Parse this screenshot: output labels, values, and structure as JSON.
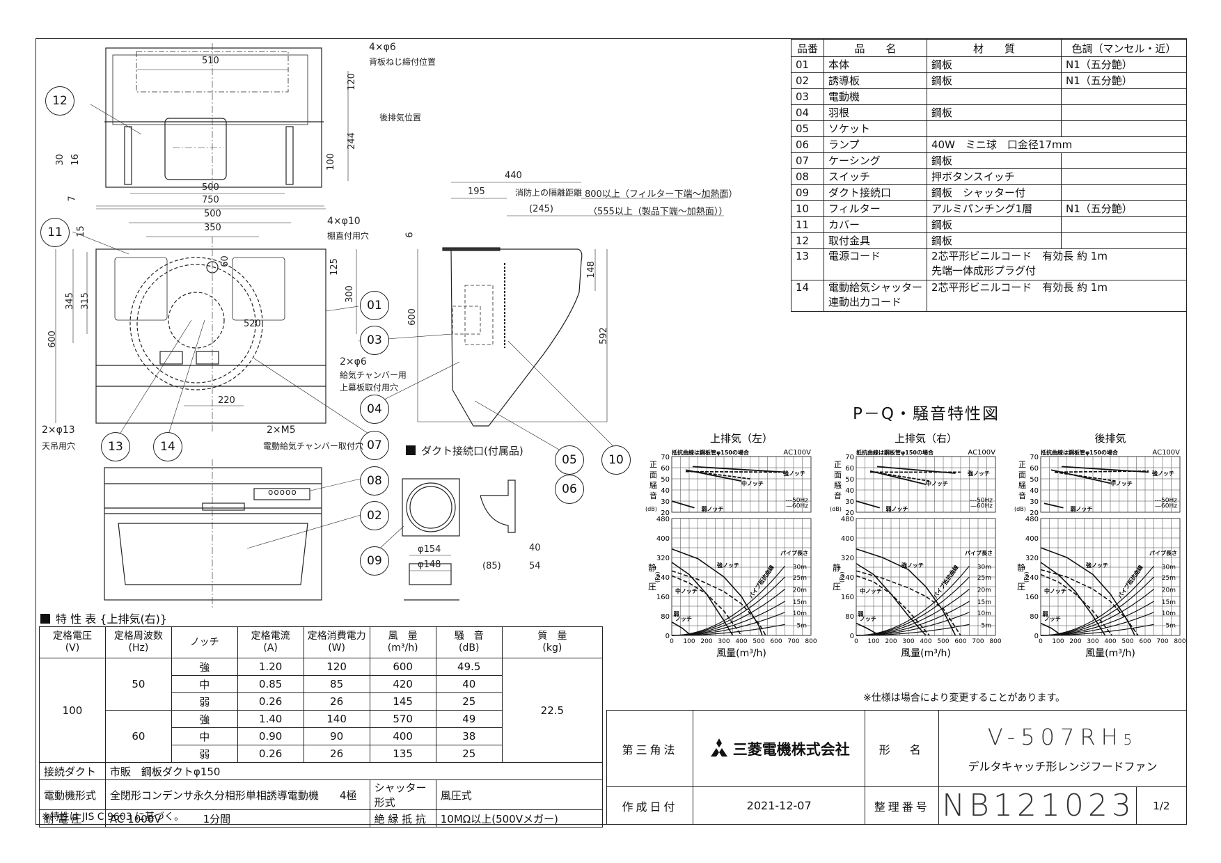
{
  "parts_table": {
    "headers": [
      "品番",
      "品　　名",
      "材　　質",
      "色調（マンセル・近）"
    ],
    "rows": [
      {
        "no": "01",
        "name": "本体",
        "material": "鋼板",
        "color": "N1（五分艶）"
      },
      {
        "no": "02",
        "name": "誘導板",
        "material": "鋼板",
        "color": "N1（五分艶）"
      },
      {
        "no": "03",
        "name": "電動機",
        "material": "",
        "color": ""
      },
      {
        "no": "04",
        "name": "羽根",
        "material": "鋼板",
        "color": ""
      },
      {
        "no": "05",
        "name": "ソケット",
        "material": "",
        "color": ""
      },
      {
        "no": "06",
        "name": "ランプ",
        "material": "40W　ミニ球　口金径17mm",
        "color": ""
      },
      {
        "no": "07",
        "name": "ケーシング",
        "material": "鋼板",
        "color": ""
      },
      {
        "no": "08",
        "name": "スイッチ",
        "material": "押ボタンスイッチ",
        "color": ""
      },
      {
        "no": "09",
        "name": "ダクト接続口",
        "material": "鋼板　シャッター付",
        "color": ""
      },
      {
        "no": "10",
        "name": "フィルター",
        "material": "アルミパンチング1層",
        "color": "N1（五分艶）"
      },
      {
        "no": "11",
        "name": "カバー",
        "material": "鋼板",
        "color": ""
      },
      {
        "no": "12",
        "name": "取付金具",
        "material": "鋼板",
        "color": ""
      },
      {
        "no": "13",
        "name": "電源コード",
        "material": "2芯平形ビニルコード　有効長 約 1m",
        "material2": "先端一体成形プラグ付",
        "color": ""
      },
      {
        "no": "14",
        "name": "電動給気シャッター",
        "name2": "連動出力コード",
        "material": "2芯平形ビニルコード　有効長 約 1m",
        "color": ""
      }
    ]
  },
  "spec_table": {
    "title": "特 性 表 {上排気(右)}",
    "headers": [
      "定格電圧\n(V)",
      "定格周波数\n(Hz)",
      "ノッチ",
      "定格電流\n(A)",
      "定格消費電力\n(W)",
      "風　量\n(m³/h)",
      "騒　音\n(dB)",
      "質　量\n(kg)"
    ],
    "voltage": "100",
    "weight": "22.5",
    "groups": [
      {
        "freq": "50",
        "rows": [
          {
            "notch": "強",
            "current": "1.20",
            "power": "120",
            "airflow": "600",
            "noise": "49.5"
          },
          {
            "notch": "中",
            "current": "0.85",
            "power": "85",
            "airflow": "420",
            "noise": "40"
          },
          {
            "notch": "弱",
            "current": "0.26",
            "power": "26",
            "airflow": "145",
            "noise": "25"
          }
        ]
      },
      {
        "freq": "60",
        "rows": [
          {
            "notch": "強",
            "current": "1.40",
            "power": "140",
            "airflow": "570",
            "noise": "49"
          },
          {
            "notch": "中",
            "current": "0.90",
            "power": "90",
            "airflow": "400",
            "noise": "38"
          },
          {
            "notch": "弱",
            "current": "0.26",
            "power": "26",
            "airflow": "135",
            "noise": "25"
          }
        ]
      }
    ],
    "duct_label": "接続ダクト",
    "duct_value": "市販　鋼板ダクトφ150",
    "motor_label": "電動機形式",
    "motor_value": "全閉形コンデンサ永久分相形単相誘導電動機　　4極",
    "shutter_label": "シャッター形式",
    "shutter_value": "風圧式",
    "withstand_label": "耐 電 圧",
    "withstand_value": "AC 1000V　　　　1分間",
    "insulation_label": "絶 縁 抵 抗",
    "insulation_value": "10MΩ以上(500Vメガー)",
    "note": "※特性は JIS C 9603 に基づく。"
  },
  "title_block": {
    "disclaimer": "※仕様は場合により変更することがあります。",
    "projection": "第三角法",
    "company": "三菱電機株式会社",
    "model_label": "形　名",
    "model": "V-507RH",
    "model_suffix": "5",
    "product_name": "デルタキャッチ形レンジフードファン",
    "date_label": "作成日付",
    "date": "2021-12-07",
    "ref_label": "整理番号",
    "ref_no": "NB121023",
    "page": "1/2"
  },
  "drawing": {
    "balloons": [
      "01",
      "02",
      "03",
      "04",
      "05",
      "06",
      "07",
      "08",
      "09",
      "10",
      "11",
      "12",
      "13",
      "14"
    ],
    "dims_top": {
      "w510": "510",
      "h120": "120",
      "h244": "244",
      "h100": "100",
      "w500": "500",
      "w750": "750",
      "d30": "30",
      "d16": "16",
      "d7": "7"
    },
    "notes_top": {
      "screw": "4×φ6",
      "screw_desc": "背板ねじ締付位置",
      "rear_exhaust": "後排気位置"
    },
    "dims_plan": {
      "w750": "750",
      "w500": "500",
      "w350": "350",
      "d15": "15",
      "d60": "60",
      "d125": "125",
      "d300": "300",
      "d345": "345",
      "d315": "315",
      "d600": "600",
      "d520": "520",
      "d220": "220"
    },
    "notes_plan": {
      "hole10": "4×φ10",
      "hole10_desc": "棚直付用穴",
      "hole6": "2×φ6",
      "hole6_desc1": "給気チャンバー用",
      "hole6_desc2": "上幕板取付用穴",
      "hole13": "2×φ13",
      "hole13_desc": "天吊用穴",
      "m5": "2×M5",
      "m5_desc": "電動給気チャンバー取付穴"
    },
    "dims_side": {
      "d440": "440",
      "d195": "195",
      "d245": "(245)",
      "d6": "6",
      "d600": "600",
      "d148": "148",
      "d592": "592"
    },
    "notes_side": {
      "fire": "消防上の隔離距離",
      "fire_a": "800以上（フィルター下端～加熱面）",
      "fire_b": "（555以上（製品下端～加熱面））"
    },
    "duct_title": "ダクト接続口(付属品)",
    "duct_dims": {
      "d154": "φ154",
      "d148": "φ148",
      "d85": "(85)",
      "d40": "40",
      "d54": "54"
    },
    "switch_buttons": "ooooo"
  },
  "pq_title": "P－Q・騒音特性図",
  "chart_data": [
    {
      "type": "line",
      "title": "上排気（左）",
      "note": "抵抗曲線は鋼板管φ150の場合",
      "supply": "AC100V",
      "noise_plot": {
        "ylabel": "正面騒音(dB)",
        "yticks": [
          20,
          30,
          40,
          50,
          60,
          70
        ],
        "ylim": [
          20,
          70
        ],
        "legend": [
          "---50Hz",
          "—60Hz"
        ],
        "series": [
          {
            "name": "強ノッチ 60Hz",
            "x": [
              120,
              650
            ],
            "y": [
              61,
              56
            ]
          },
          {
            "name": "強ノッチ 50Hz",
            "x": [
              80,
              620
            ],
            "y": [
              56.5,
              56
            ]
          },
          {
            "name": "中ノッチ 60Hz",
            "x": [
              80,
              400
            ],
            "y": [
              58,
              48
            ]
          },
          {
            "name": "中ノッチ 50Hz",
            "x": [
              100,
              450
            ],
            "y": [
              57,
              50
            ]
          },
          {
            "name": "弱ノッチ",
            "x": [
              0,
              130
            ],
            "y": [
              30,
              24
            ]
          }
        ]
      },
      "pq_plot": {
        "xlabel": "風量(m³/h)",
        "ylabel": "静圧(Pa)",
        "xticks": [
          0,
          100,
          200,
          300,
          400,
          500,
          600,
          700,
          800
        ],
        "yticks": [
          0,
          80,
          160,
          240,
          320,
          400,
          480
        ],
        "xlim": [
          0,
          800
        ],
        "ylim": [
          0,
          480
        ],
        "series": [
          {
            "name": "強ノッチ 60Hz",
            "x": [
              0,
              150,
              300,
              400,
              500,
              520
            ],
            "y": [
              355,
              315,
              240,
              160,
              40,
              0
            ]
          },
          {
            "name": "強ノッチ 50Hz",
            "x": [
              0,
              150,
              300,
              400,
              500,
              540
            ],
            "y": [
              265,
              230,
              180,
              130,
              50,
              0
            ]
          },
          {
            "name": "中ノッチ 60Hz",
            "x": [
              0,
              100,
              200,
              300,
              350
            ],
            "y": [
              300,
              250,
              170,
              60,
              0
            ]
          },
          {
            "name": "中ノッチ 50Hz",
            "x": [
              0,
              100,
              200,
              300,
              400
            ],
            "y": [
              245,
              215,
              170,
              100,
              0
            ]
          },
          {
            "name": "弱ノッチ",
            "x": [
              0,
              60,
              110
            ],
            "y": [
              55,
              30,
              0
            ]
          }
        ],
        "resistance_curves": [
          "5m",
          "10m",
          "15m",
          "20m",
          "25m",
          "30m"
        ],
        "resistance_label": "パイプ抵抗曲線",
        "pipe_length_label": "パイプ長さ"
      }
    },
    {
      "type": "line",
      "title": "上排気（右）",
      "note": "抵抗曲線は鋼板管φ150の場合",
      "supply": "AC100V",
      "noise_plot": {
        "ylabel": "正面騒音(dB)",
        "yticks": [
          20,
          30,
          40,
          50,
          60,
          70
        ],
        "ylim": [
          20,
          70
        ],
        "legend": [
          "---50Hz",
          "—60Hz"
        ],
        "series": [
          {
            "name": "強ノッチ 60Hz",
            "x": [
              120,
              570
            ],
            "y": [
              61,
              55
            ]
          },
          {
            "name": "強ノッチ 50Hz",
            "x": [
              80,
              600
            ],
            "y": [
              56,
              56
            ]
          },
          {
            "name": "中ノッチ 60Hz",
            "x": [
              80,
              400
            ],
            "y": [
              57,
              45
            ]
          },
          {
            "name": "中ノッチ 50Hz",
            "x": [
              100,
              420
            ],
            "y": [
              56,
              48
            ]
          },
          {
            "name": "弱ノッチ",
            "x": [
              0,
              135
            ],
            "y": [
              30,
              24
            ]
          }
        ]
      },
      "pq_plot": {
        "xlabel": "風量(m³/h)",
        "ylabel": "静圧(Pa)",
        "xticks": [
          0,
          100,
          200,
          300,
          400,
          500,
          600,
          700,
          800
        ],
        "yticks": [
          0,
          80,
          160,
          240,
          320,
          400,
          480
        ],
        "xlim": [
          0,
          800
        ],
        "ylim": [
          0,
          480
        ],
        "series": [
          {
            "name": "強ノッチ 60Hz",
            "x": [
              0,
              150,
              300,
              400,
              500,
              570
            ],
            "y": [
              355,
              320,
              270,
              200,
              100,
              0
            ]
          },
          {
            "name": "強ノッチ 50Hz",
            "x": [
              0,
              150,
              300,
              400,
              500,
              600
            ],
            "y": [
              265,
              235,
              195,
              160,
              110,
              0
            ]
          },
          {
            "name": "中ノッチ 60Hz",
            "x": [
              0,
              100,
              200,
              300,
              400
            ],
            "y": [
              295,
              250,
              170,
              80,
              0
            ]
          },
          {
            "name": "中ノッチ 50Hz",
            "x": [
              0,
              100,
              200,
              300,
              420
            ],
            "y": [
              245,
              220,
              170,
              100,
              0
            ]
          },
          {
            "name": "弱ノッチ",
            "x": [
              0,
              60,
              135
            ],
            "y": [
              50,
              30,
              0
            ]
          }
        ],
        "resistance_curves": [
          "5m",
          "10m",
          "15m",
          "20m",
          "25m",
          "30m"
        ],
        "resistance_label": "パイプ抵抗曲線",
        "pipe_length_label": "パイプ長さ"
      }
    },
    {
      "type": "line",
      "title": "後排気",
      "note": "抵抗曲線は鋼板管φ150の場合",
      "supply": "AC100V",
      "noise_plot": {
        "ylabel": "正面騒音(dB)",
        "yticks": [
          20,
          30,
          40,
          50,
          60,
          70
        ],
        "ylim": [
          20,
          70
        ],
        "legend": [
          "---50Hz",
          "—60Hz"
        ],
        "series": [
          {
            "name": "強ノッチ 60Hz",
            "x": [
              120,
              620
            ],
            "y": [
              61,
              56
            ]
          },
          {
            "name": "強ノッチ 50Hz",
            "x": [
              80,
              620
            ],
            "y": [
              56,
              57
            ]
          },
          {
            "name": "中ノッチ 60Hz",
            "x": [
              60,
              400
            ],
            "y": [
              58,
              46
            ]
          },
          {
            "name": "中ノッチ 50Hz",
            "x": [
              80,
              430
            ],
            "y": [
              56,
              48
            ]
          },
          {
            "name": "弱ノッチ",
            "x": [
              20,
              130
            ],
            "y": [
              28,
              24
            ]
          }
        ]
      },
      "pq_plot": {
        "xlabel": "風量(m³/h)",
        "ylabel": "静圧(Pa)",
        "xticks": [
          0,
          100,
          200,
          300,
          400,
          500,
          600,
          700,
          800
        ],
        "yticks": [
          0,
          80,
          160,
          240,
          320,
          400,
          480
        ],
        "xlim": [
          0,
          800
        ],
        "ylim": [
          0,
          480
        ],
        "series": [
          {
            "name": "強ノッチ 60Hz",
            "x": [
              0,
              150,
              300,
              400,
              500,
              540
            ],
            "y": [
              360,
              320,
              250,
              170,
              60,
              0
            ]
          },
          {
            "name": "強ノッチ 50Hz",
            "x": [
              0,
              150,
              300,
              400,
              500,
              560
            ],
            "y": [
              270,
              240,
              190,
              140,
              60,
              0
            ]
          },
          {
            "name": "中ノッチ 60Hz",
            "x": [
              0,
              100,
              200,
              300,
              370
            ],
            "y": [
              300,
              250,
              180,
              80,
              0
            ]
          },
          {
            "name": "中ノッチ 50Hz",
            "x": [
              0,
              100,
              200,
              300,
              410
            ],
            "y": [
              250,
              220,
              170,
              100,
              0
            ]
          },
          {
            "name": "弱ノッチ",
            "x": [
              0,
              60,
              120
            ],
            "y": [
              50,
              30,
              0
            ]
          }
        ],
        "resistance_curves": [
          "5m",
          "10m",
          "15m",
          "20m",
          "25m",
          "30m"
        ],
        "resistance_label": "パイプ抵抗曲線",
        "pipe_length_label": "パイプ長さ"
      }
    }
  ]
}
